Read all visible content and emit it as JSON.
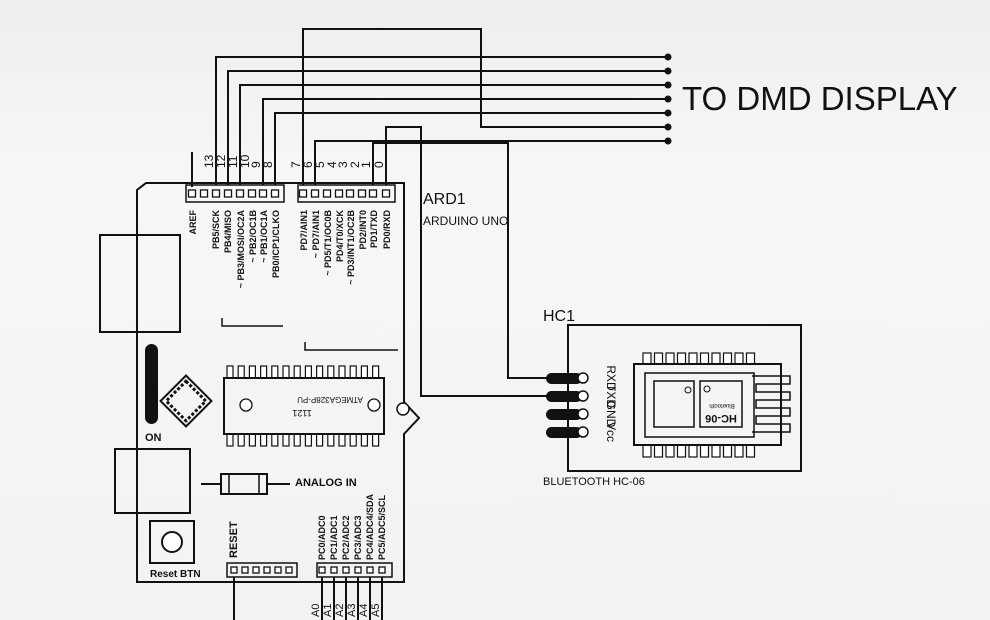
{
  "title": "TO DMD DISPLAY",
  "arduino": {
    "ref": "ARD1",
    "model": "ARDUINO UNO",
    "top_pin_numbers_left": [
      "13",
      "12",
      "11",
      "10",
      "9",
      "8"
    ],
    "top_pin_numbers_right": [
      "7",
      "6",
      "5",
      "4",
      "3",
      "2",
      "1",
      "0"
    ],
    "top_labels_left": [
      "AREF",
      "PB5/SCK",
      "PB4/MISO",
      "~ PB3/MOSI/OC2A",
      "~ PB2/OC1B",
      "~ PB1/OC1A",
      "PB0/ICP1/CLKO"
    ],
    "top_labels_right": [
      "PD7/AIN1",
      "~ PD7/AIN1",
      "~ PD5/T1/OC0B",
      "PD4/T0/XCK",
      "~ PD3/INT1/OC2B",
      "PD2/INT0",
      "PD1/TXD",
      "PD0/RXD"
    ],
    "chip_name": "ATMEGA328P-PU",
    "chip_code": "1121",
    "on_label": "ON",
    "analog_label": "ANALOG IN",
    "reset_label": "RESET",
    "reset_btn_label": "Reset BTN",
    "analog_pins": [
      "PC0/ADC0",
      "PC1/ADC1",
      "PC2/ADC2",
      "PC3/ADC3",
      "PC4/ADC4/SDA",
      "PC5/ADC5/SCL"
    ],
    "analog_numbers": [
      "A0",
      "A1",
      "A2",
      "A3",
      "A4",
      "A5"
    ]
  },
  "bluetooth": {
    "ref": "HC1",
    "caption": "BLUETOOTH HC-06",
    "pins": [
      "RXD",
      "TXD",
      "GND",
      "Vcc"
    ],
    "module_name": "HC-06",
    "module_sub": "Bluetooth"
  }
}
